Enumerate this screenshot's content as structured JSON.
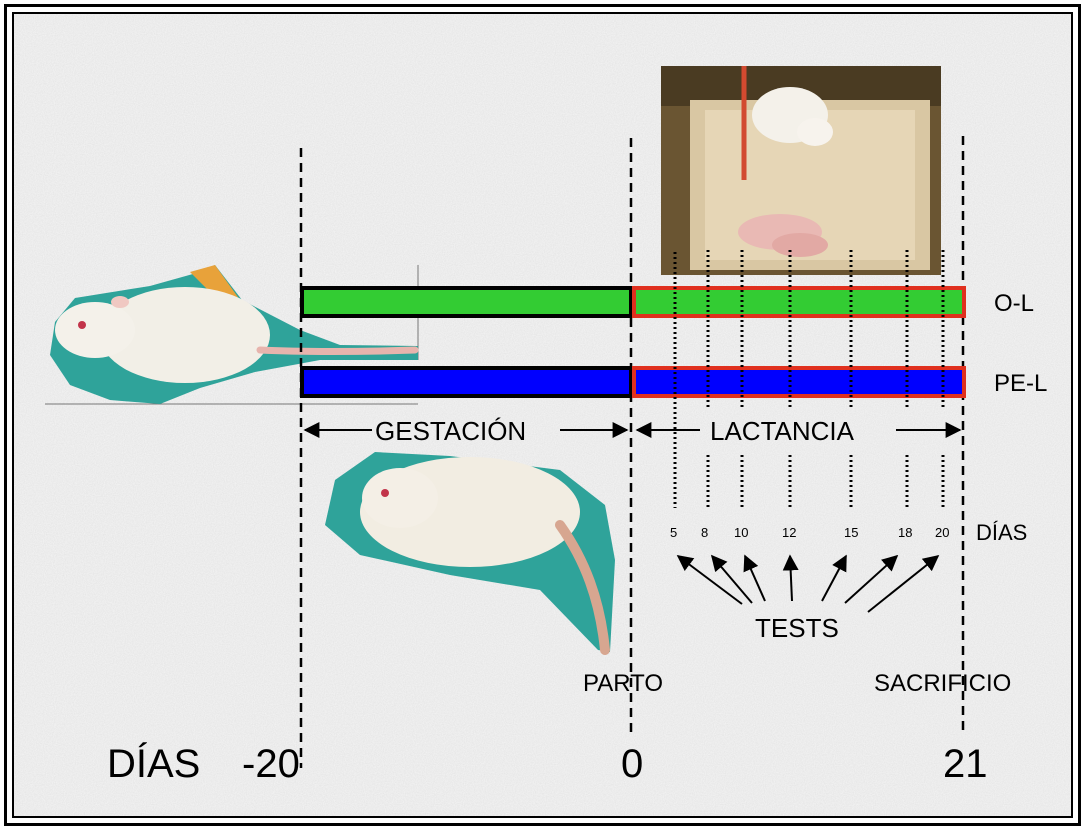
{
  "groups": [
    {
      "label": "O-L",
      "pre_color": "#33cc33",
      "post_color": "#33cc33"
    },
    {
      "label": "PE-L",
      "pre_color": "#0000ff",
      "post_color": "#0000ff"
    }
  ],
  "periods": {
    "gestation": "GESTACIÓN",
    "lactation": "LACTANCIA"
  },
  "events": {
    "birth": "PARTO",
    "sacrifice": "SACRIFICIO",
    "tests": "TESTS"
  },
  "test_days": {
    "unit_label": "DÍAS",
    "days": [
      "5",
      "8",
      "10",
      "12",
      "15",
      "18",
      "20"
    ]
  },
  "timeline": {
    "axis_label": "DÍAS",
    "start": "-20",
    "birth": "0",
    "end": "21"
  },
  "colors": {
    "pre_border": "#000000",
    "post_border": "#e0301e",
    "background": "#ececec"
  },
  "images": [
    "pregnant-rat-photo",
    "rat-topdown-photo",
    "cage-with-litter-photo"
  ]
}
